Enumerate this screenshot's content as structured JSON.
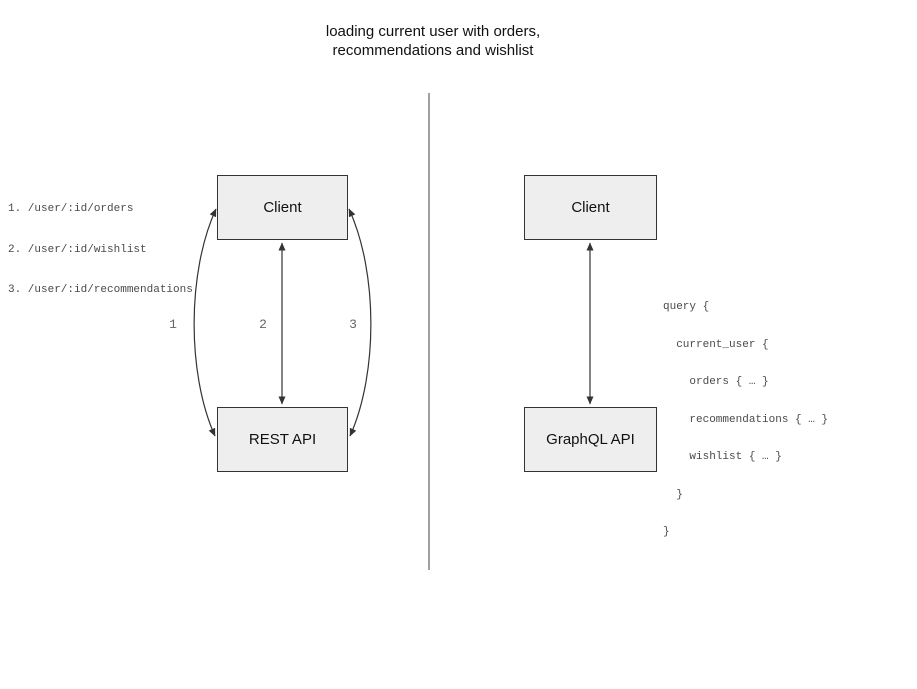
{
  "title": {
    "line1": "loading current user with orders,",
    "line2": "recommendations and wishlist"
  },
  "left_panel": {
    "endpoints": [
      "1. /user/:id/orders",
      "2. /user/:id/wishlist",
      "3. /user/:id/recommendations"
    ],
    "client_label": "Client",
    "api_label": "REST API",
    "arrow_labels": [
      "1",
      "2",
      "3"
    ]
  },
  "right_panel": {
    "client_label": "Client",
    "api_label": "GraphQL API",
    "query_lines": [
      "query {",
      "  current_user {",
      "    orders { … }",
      "    recommendations { … }",
      "    wishlist { … }",
      "  }",
      "}"
    ]
  },
  "colors": {
    "box_fill": "#eeeeee",
    "box_border": "#333333",
    "arrow": "#333333",
    "muted_text": "#4a4a4a",
    "arrow_label_text": "#666666",
    "divider": "#808080"
  }
}
